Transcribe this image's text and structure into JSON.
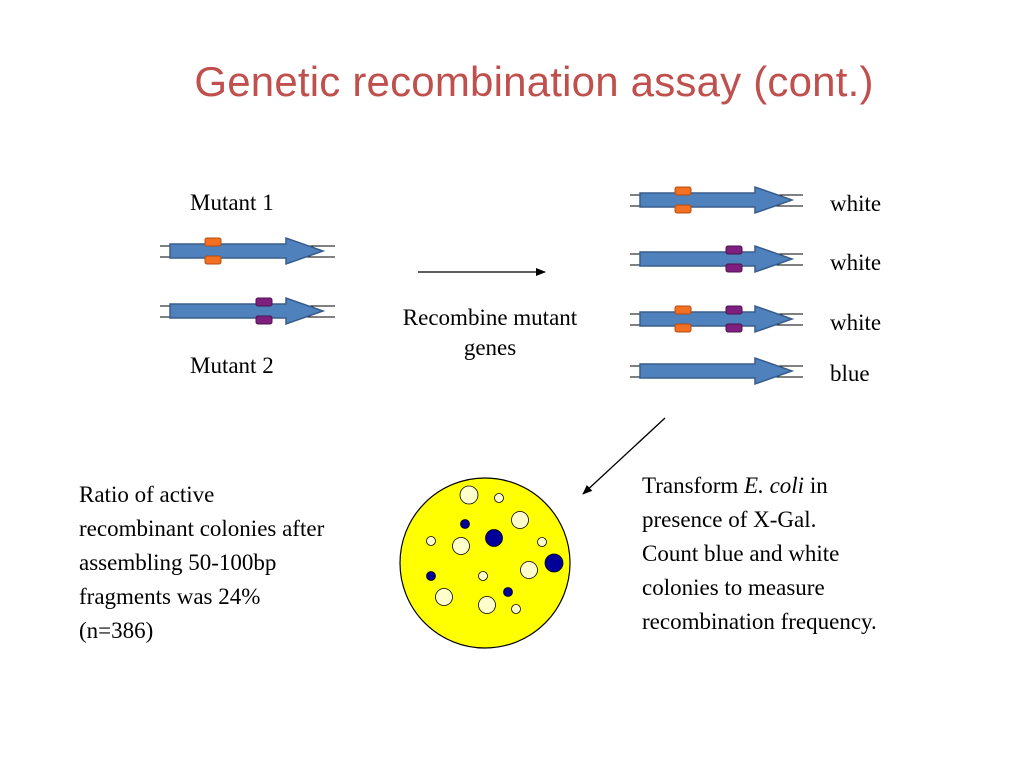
{
  "slide": {
    "title": "Genetic recombination assay (cont.)"
  },
  "mutants": {
    "mutant1": "Mutant 1",
    "mutant2": "Mutant 2"
  },
  "step": {
    "recombine_line1": "Recombine mutant",
    "recombine_line2": "genes"
  },
  "products": [
    {
      "label": "white",
      "marks": [
        "orange"
      ]
    },
    {
      "label": "white",
      "marks": [
        "purple"
      ]
    },
    {
      "label": "white",
      "marks": [
        "orange",
        "purple"
      ]
    },
    {
      "label": "blue",
      "marks": []
    }
  ],
  "ratio_text": {
    "line1": "Ratio of active",
    "line2": "recombinant colonies after",
    "line3": "assembling 50-100bp",
    "line4": "fragments was 24%",
    "line5": "(n=386)"
  },
  "transform_text": {
    "line1_prefix": "Transform ",
    "line1_italic": "E. coli",
    "line1_suffix": " in",
    "line2": "presence of X-Gal.",
    "line3": "Count blue and white",
    "line4": "colonies to measure",
    "line5": "recombination frequency."
  },
  "colors": {
    "title": "#c0504d",
    "arrow_fill": "#4f81bd",
    "arrow_stroke": "#385d8a",
    "mutation_orange": "#f36f21",
    "mutation_purple": "#7f1f7f",
    "plate": "#ffff00",
    "white_colony": "#ffffcc",
    "blue_colony": "#000099"
  }
}
